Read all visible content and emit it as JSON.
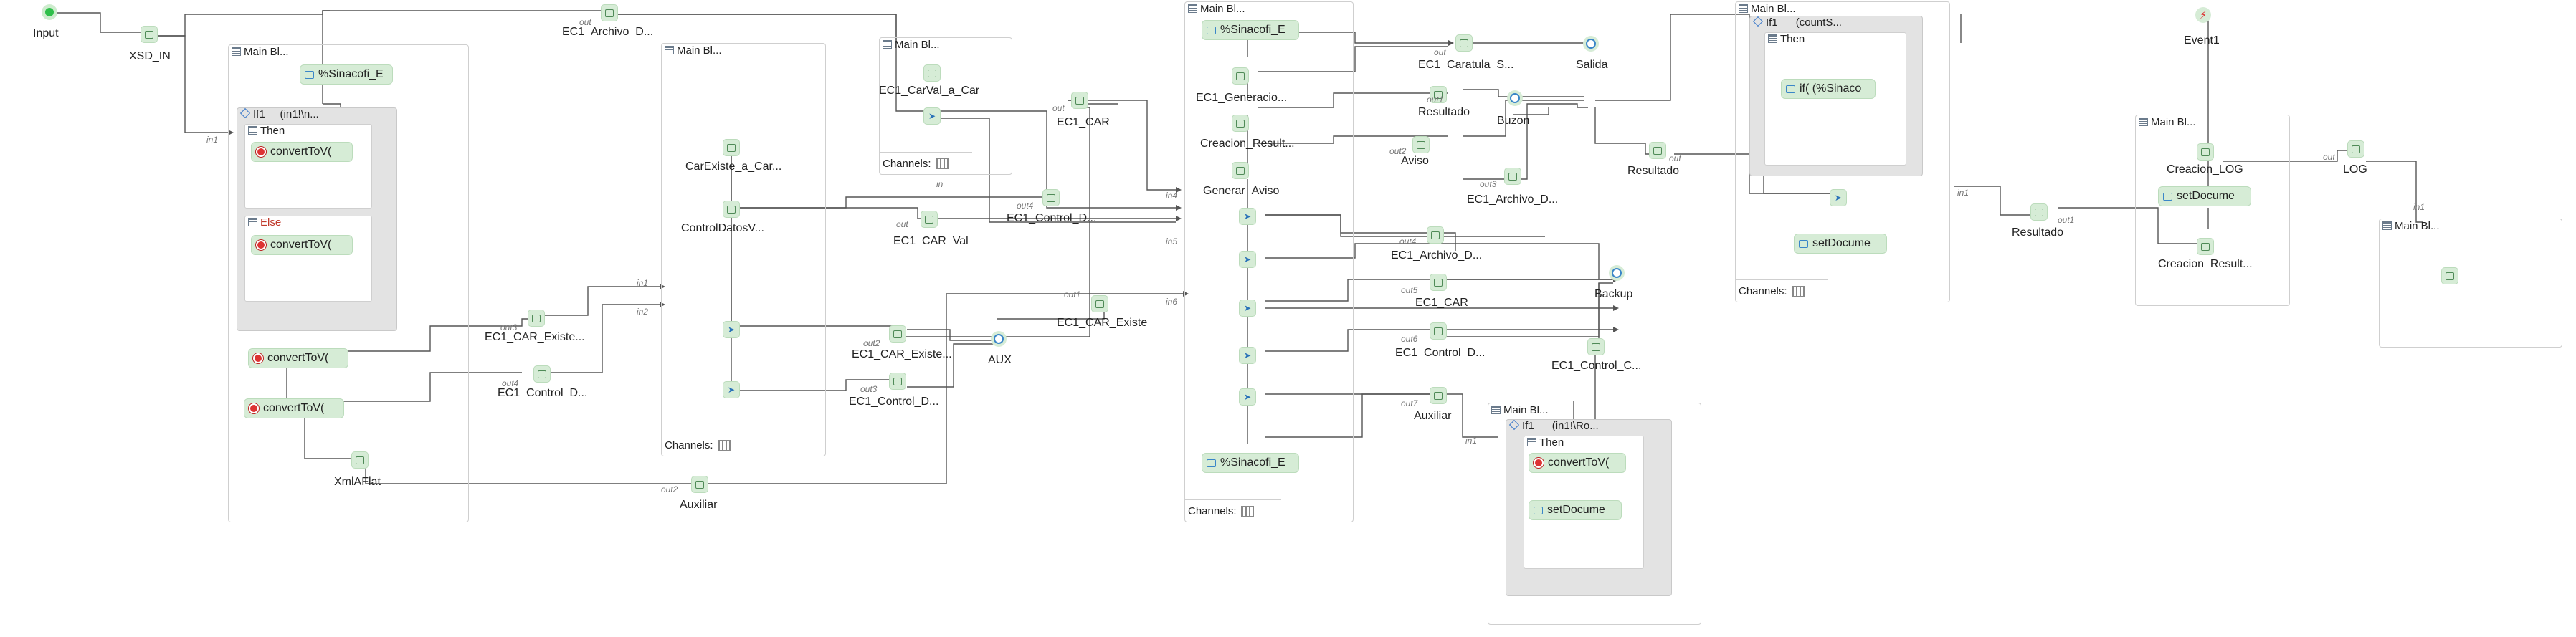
{
  "main_block_title": "Main Bl...",
  "channels_label": "Channels:",
  "start_nodes": {
    "input": "Input",
    "event": "Event1"
  },
  "nodes": {
    "xsd_in": "XSD_IN",
    "ec1_archivo_top": "EC1_Archivo_D...",
    "sinacofi_1": "%Sinacofi_E",
    "if1_a": "If1",
    "if1_a_cond": "(in1!\\n...",
    "then": "Then",
    "else": "Else",
    "convert1": "convertToV(",
    "convert2": "convertToV(",
    "convert3": "convertToV(",
    "convert4": "convertToV(",
    "xmlaflat": "XmlAFlat",
    "ec1_car_existe_a": "EC1_CAR_Existe...",
    "ec1_control_d_a": "EC1_Control_D...",
    "auxiliar_a": "Auxiliar",
    "carexiste": "CarExiste_a_Car...",
    "controldatos": "ControlDatosV...",
    "ec1_car_existe_b": "EC1_CAR_Existe...",
    "ec1_control_d_b": "EC1_Control_D...",
    "aux": "AUX",
    "ec1_carval_a_car": "EC1_CarVal_a_Car",
    "ec1_car": "EC1_CAR",
    "ec1_car_val": "EC1_CAR_Val",
    "ec1_control_d_c": "EC1_Control_D...",
    "ec1_car_existe_c": "EC1_CAR_Existe",
    "sinacofi_2": "%Sinacofi_E",
    "ec1_generacion": "EC1_Generacio...",
    "creacion_result": "Creacion_Result...",
    "generar_aviso": "Generar_Aviso",
    "sinacofi_3": "%Sinacofi_E",
    "ec1_caratula": "EC1_Caratula_S...",
    "salida": "Salida",
    "resultado_1": "Resultado",
    "buzon": "Buzon",
    "aviso": "Aviso",
    "ec1_archivo_d_2": "EC1_Archivo_D...",
    "ec1_archivo_d_3": "EC1_Archivo_D...",
    "ec1_car_2": "EC1_CAR",
    "ec1_control_d_d": "EC1_Control_D...",
    "backup": "Backup",
    "ec1_control_c": "EC1_Control_C...",
    "auxiliar_b": "Auxiliar",
    "if1_b": "If1",
    "if1_b_cond": "(in1!\\Ro...",
    "convert5": "convertToV(",
    "setdocume1": "setDocume",
    "resultado_2": "Resultado",
    "if1_c": "If1",
    "if1_c_cond": "(countS...",
    "if_sinaco": "if( (%Sinaco",
    "setdocume2": "setDocume",
    "resultado_3": "Resultado",
    "creacion_log": "Creacion_LOG",
    "setdocume3": "setDocume",
    "creacion_result_2": "Creacion_Result...",
    "log": "LOG"
  },
  "ports": {
    "in1": "in1",
    "in2": "in2",
    "in4": "in4",
    "in5": "in5",
    "in6": "in6",
    "in": "in",
    "out": "out",
    "out1": "out1",
    "out2": "out2",
    "out3": "out3",
    "out4": "out4",
    "out5": "out5",
    "out6": "out6",
    "out7": "out7"
  },
  "colors": {
    "node_bg": "#d6ecd6",
    "wire": "#555555",
    "else_text": "#c0392b",
    "accent_blue": "#3a86c8"
  }
}
